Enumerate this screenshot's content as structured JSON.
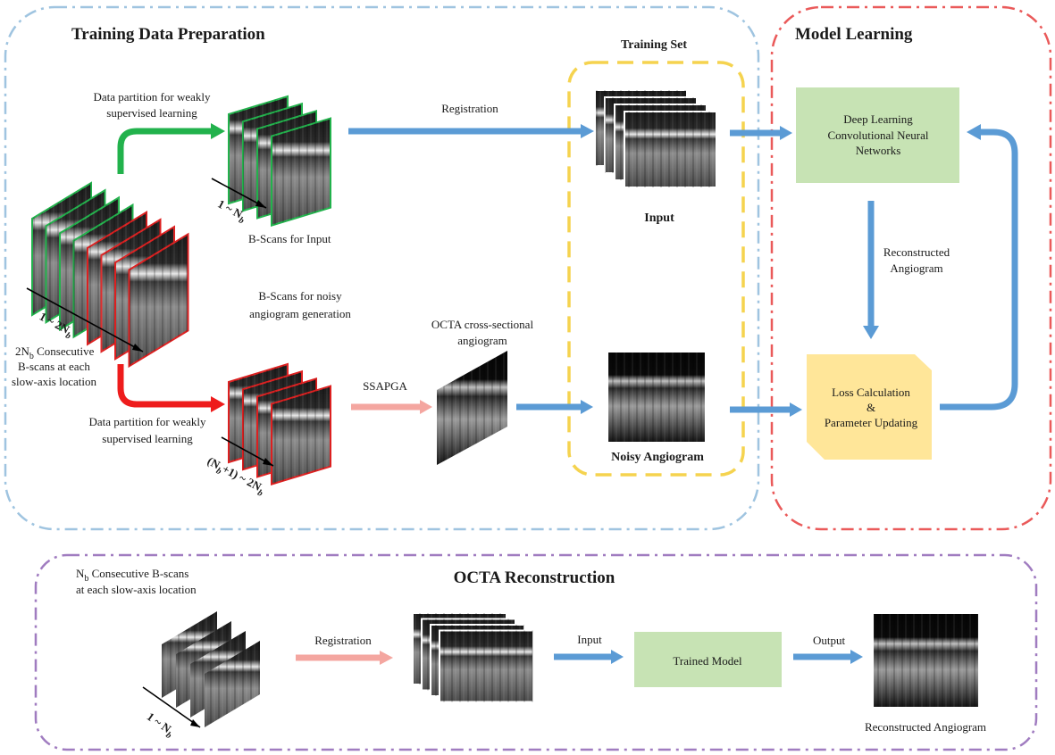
{
  "sections": {
    "training_prep": {
      "title": "Training Data Preparation",
      "border_color": "#9fc4e0"
    },
    "training_set": {
      "title": "Training Set",
      "border_color": "#f5d34f"
    },
    "model_learning": {
      "title": "Model Learning",
      "border_color": "#ea5a5a"
    },
    "reconstruction": {
      "title": "OCTA Reconstruction",
      "border_color": "#a07cc0"
    }
  },
  "labels": {
    "partition_top_1": "Data partition for weakly",
    "partition_top_2": "supervised learning",
    "range_top_pre": "1 ~ N",
    "range_top_sub": "b",
    "bscans_input": "B-Scans for Input",
    "range_left_pre": "1 ~ 2N",
    "range_left_sub": "b",
    "consecutive_1_pre": "2N",
    "consecutive_1_sub": "b",
    "consecutive_1_post": " Consecutive",
    "consecutive_2": "B-scans at each",
    "consecutive_3": "slow-axis location",
    "bscans_noisy_1": "B-Scans for noisy",
    "bscans_noisy_2": "angiogram generation",
    "partition_bottom_1": "Data partition for weakly",
    "partition_bottom_2": "supervised learning",
    "range_bottom_pre": "(N",
    "range_bottom_sub1": "b",
    "range_bottom_mid": "+1) ~ 2N",
    "range_bottom_sub2": "b",
    "registration_top": "Registration",
    "ssapga": "SSAPGA",
    "octa_cross_1": "OCTA cross-sectional",
    "octa_cross_2": "angiogram",
    "input": "Input",
    "noisy_angiogram": "Noisy Angiogram",
    "reconstructed_angio_1": "Reconstructed",
    "reconstructed_angio_2": "Angiogram",
    "nb_consecutive_pre": "N",
    "nb_consecutive_sub": "b",
    "nb_consecutive_post": " Consecutive  B-scans",
    "nb_consecutive_2": "at each slow-axis location",
    "range_recon_pre": "1 ~ N",
    "range_recon_sub": "b",
    "registration_bottom": "Registration",
    "input_arrow": "Input",
    "output_arrow": "Output",
    "reconstructed_angiogram": "Reconstructed Angiogram"
  },
  "boxes": {
    "dl_1": "Deep Learning",
    "dl_2": "Convolutional Neural",
    "dl_3": "Networks",
    "loss_1": "Loss Calculation",
    "loss_2": "&",
    "loss_3": "Parameter Updating",
    "trained_model": "Trained Model"
  },
  "colors": {
    "blue_arrow": "#5b9bd5",
    "green_arrow": "#22b24c",
    "red_arrow": "#ee1c1c",
    "pink_arrow": "#f4a6a0",
    "green_box": "#c7e3b4",
    "yellow_box": "#ffe699",
    "green_frame": "#22b24c",
    "red_frame": "#dd2020"
  }
}
